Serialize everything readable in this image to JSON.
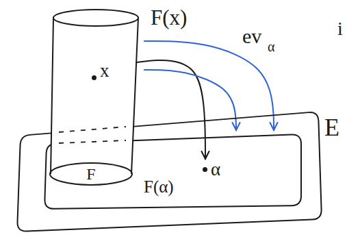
{
  "diagram": {
    "nodes": [
      {
        "text": [
          "E"
        ]
      },
      {
        "text": [
          "F(α)"
        ],
        "in": 0
      },
      {
        "text": [
          "F(x)"
        ]
      },
      {
        "text": [
          "F"
        ],
        "in": 2
      },
      {
        "text": [
          "x"
        ],
        "in": 2
      },
      {
        "text": [
          "α"
        ],
        "in": 1
      }
    ],
    "edges": [
      {
        "from": 4,
        "to": 5,
        "arrow": "to"
      },
      {
        "from": 2,
        "to": 1,
        "arrow": "to"
      },
      {
        "from": 2,
        "to": 1,
        "arrow": "to"
      }
    ],
    "labels": [
      "ev",
      "α",
      "i"
    ]
  }
}
